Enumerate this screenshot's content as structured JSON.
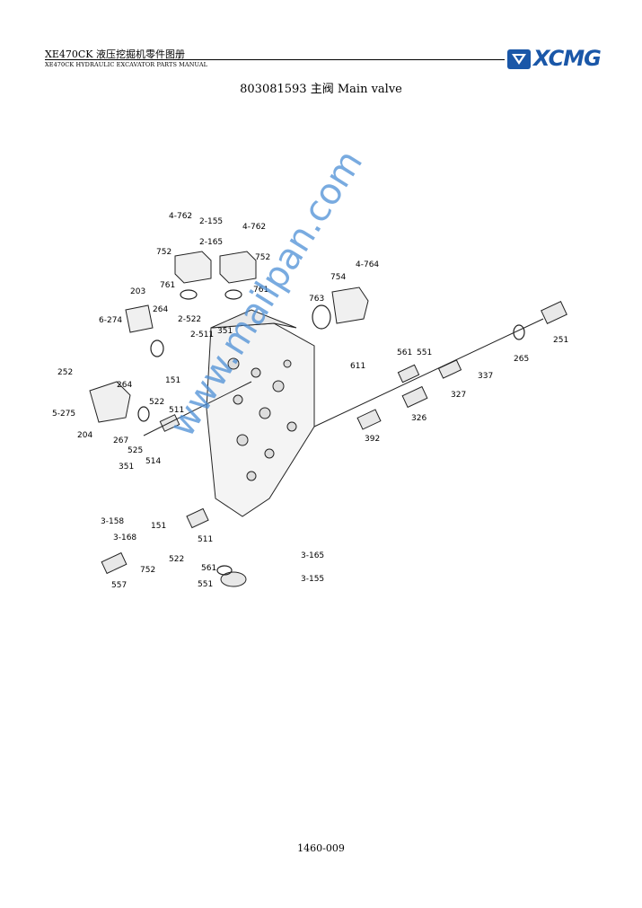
{
  "header": {
    "title": "XE470CK  液压挖掘机零件图册",
    "subtitle": "XE470CK HYDRAULIC EXCAVATOR PARTS MANUAL",
    "logo_text": "XCMG"
  },
  "page_title": "803081593 主阀  Main valve",
  "watermark": "www.mailpan.com",
  "callouts": [
    "4-762",
    "2-155",
    "2-165",
    "4-762",
    "752",
    "752",
    "4-764",
    "754",
    "761",
    "761",
    "763",
    "203",
    "6-274",
    "264",
    "2-522",
    "2-511",
    "351",
    "561",
    "551",
    "251",
    "265",
    "337",
    "611",
    "252",
    "264",
    "151",
    "327",
    "326",
    "392",
    "5-275",
    "522",
    "511",
    "204",
    "267",
    "525",
    "514",
    "351",
    "3-158",
    "3-168",
    "151",
    "511",
    "522",
    "752",
    "557",
    "561",
    "551",
    "3-165",
    "3-155"
  ],
  "page_number": "1460-009",
  "colors": {
    "logo_blue": "#1a57a8",
    "watermark_blue": "#4d8fd6"
  }
}
